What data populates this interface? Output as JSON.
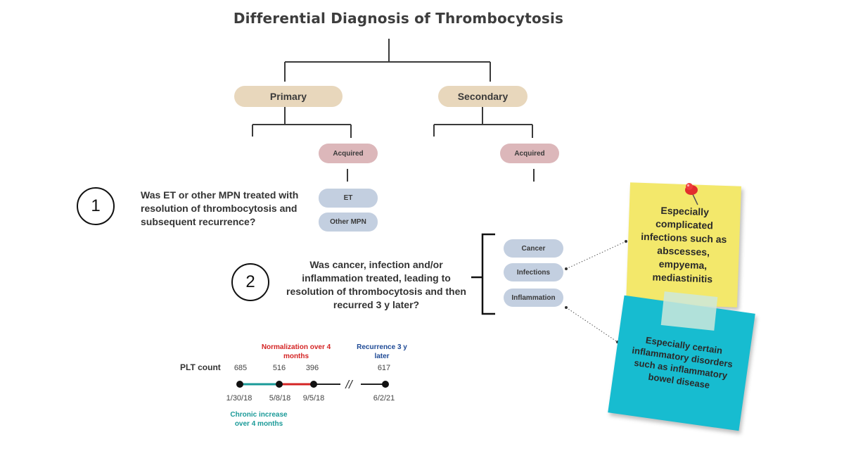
{
  "title": "Differential Diagnosis of Thrombocytosis",
  "tree": {
    "primary": "Primary",
    "secondary": "Secondary",
    "primary_acquired": "Acquired",
    "secondary_acquired": "Acquired",
    "et": "ET",
    "other_mpn": "Other MPN",
    "cancer": "Cancer",
    "infections": "Infections",
    "inflammation": "Inflammation"
  },
  "questions": [
    {
      "number": "1",
      "text": "Was ET or other MPN treated with resolution of thrombocytosis and subsequent recurrence?"
    },
    {
      "number": "2",
      "text": "Was cancer, infection and/or inflammation treated, leading to resolution of thrombocytosis and then recurred 3 y later?"
    }
  ],
  "notes": {
    "yellow": "Especially complicated infections such as abscesses, empyema, mediastinitis",
    "cyan": "Especially certain inflammatory disorders such as inflammatory bowel disease"
  },
  "timeline": {
    "row_label": "PLT count",
    "points": [
      {
        "date": "1/30/18",
        "plt": "685"
      },
      {
        "date": "5/8/18",
        "plt": "516"
      },
      {
        "date": "9/5/18",
        "plt": "396"
      },
      {
        "date": "6/2/21",
        "plt": "617"
      }
    ],
    "break_symbol": "//",
    "normalization": "Normalization over 4 months",
    "recurrence": "Recurrence 3 y later",
    "chronic": "Chronic increase over 4 months",
    "colors": {
      "chronic": "#1a9a98",
      "normalization": "#d42424",
      "recurrence": "#1e4a96"
    }
  }
}
